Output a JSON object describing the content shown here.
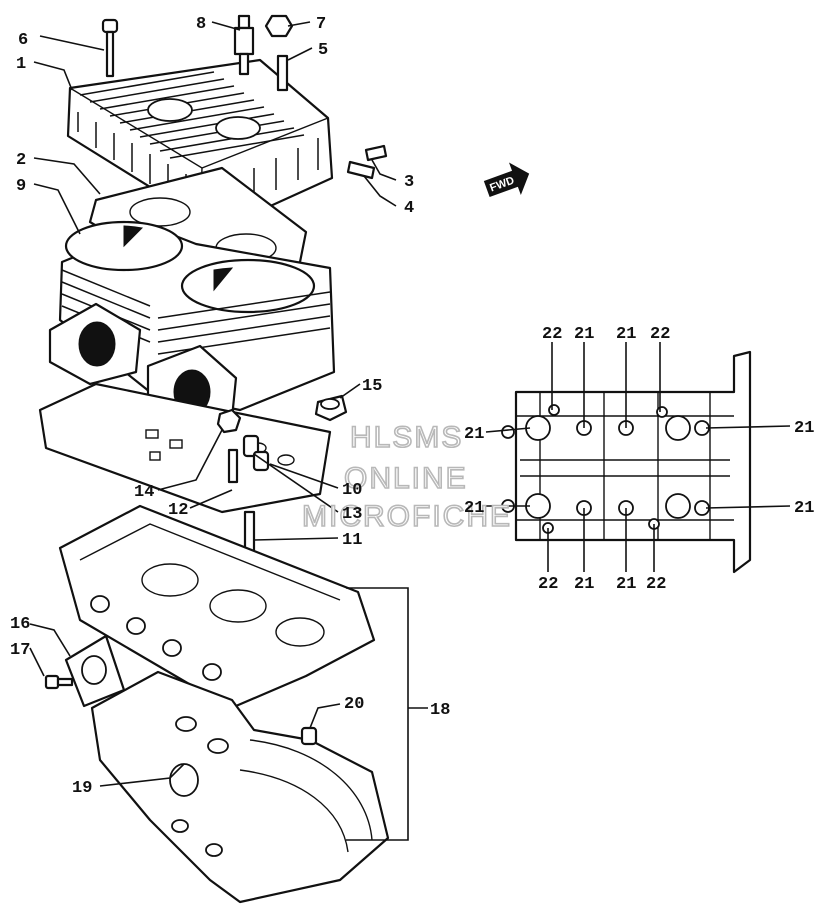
{
  "callouts": {
    "c1": "1",
    "c2": "2",
    "c3": "3",
    "c4": "4",
    "c5": "5",
    "c6": "6",
    "c7": "7",
    "c8": "8",
    "c9": "9",
    "c10": "10",
    "c11": "11",
    "c12": "12",
    "c13": "13",
    "c14": "14",
    "c15": "15",
    "c16": "16",
    "c17": "17",
    "c18": "18",
    "c19": "19",
    "c20": "20",
    "bolt21": "21",
    "bolt22": "22"
  },
  "direction_badge": "FWD",
  "watermark": [
    "HLSMS",
    "ONLINE",
    "MICROFICHE"
  ]
}
